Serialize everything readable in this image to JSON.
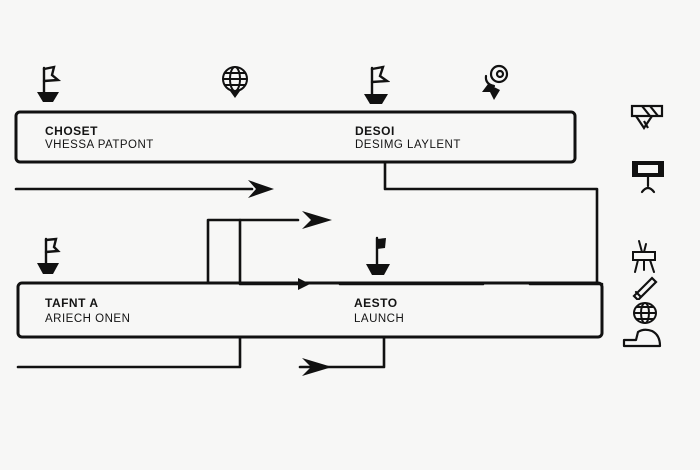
{
  "stages": [
    {
      "title": "CHOSET",
      "subtitle": "VHESSA PATPONT"
    },
    {
      "title": "DESOI",
      "subtitle": "DESIMG LAYLENT"
    },
    {
      "title": "TAFNT A",
      "subtitle": "ARIECH ONEN"
    },
    {
      "title": "AESTO",
      "subtitle": "LAUNCH"
    }
  ],
  "icons": {
    "top_row": [
      "flag-icon",
      "globe-icon",
      "flag-icon",
      "rocket-icon"
    ],
    "middle_row": [
      "flag-icon",
      "flag-icon"
    ],
    "side_column": [
      "tools-icon",
      "monitor-icon",
      "easel-icon",
      "pencil-icon",
      "globe-icon",
      "trophy-icon"
    ]
  },
  "colors": {
    "ink": "#111111",
    "background": "#f7f7f6"
  }
}
